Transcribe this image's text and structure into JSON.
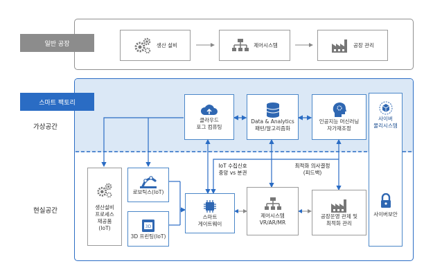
{
  "general_factory": {
    "tag": "일반 공장",
    "nodes": [
      {
        "label": "생산 설비",
        "icon": "gears-icon"
      },
      {
        "label": "제어시스템",
        "icon": "org-chart-icon"
      },
      {
        "label": "공장 관리",
        "icon": "factory-icon"
      }
    ]
  },
  "smart_factory": {
    "tag": "스마트 팩토리",
    "virtual_label": "가상공간",
    "real_label": "현실공간",
    "cloud": {
      "line1": "클라우드",
      "line2": "포그 컴퓨팅"
    },
    "analytics": {
      "line1": "Data & Analytics",
      "line2": "패턴/알고리즘화"
    },
    "ai": {
      "line1": "인공지능 머신러닝",
      "line2": "자가재조정"
    },
    "cyber_physical": {
      "line1": "사이버",
      "line2": "물리시스템"
    },
    "cyber_security": {
      "label": "사이버보안"
    },
    "equipment": {
      "line1": "생산설비",
      "line2": "프로세스",
      "line3": "재공품",
      "line4": "(IoT)"
    },
    "robotics": {
      "label": "로보틱스(IoT)"
    },
    "printing": {
      "label": "3D 프린팅(IoT)"
    },
    "gateway": {
      "line1": "스마트",
      "line2": "게이트웨이"
    },
    "control": {
      "line1": "제어시스템",
      "line2": "VR/AR/MR"
    },
    "management": {
      "line1": "공장운영 관제 및",
      "line2": "최적화 관리"
    },
    "annotation_iot": {
      "line1": "IoT 수집신호",
      "line2": "중앙 vs 분권"
    },
    "annotation_decision": {
      "line1": "최적화 의사결정",
      "line2": "(피드백)"
    }
  },
  "colors": {
    "accent": "#2a6cc4",
    "tag_gray": "#8c8c8c",
    "virtual_bg": "#dbe8f6",
    "border_gray": "#9a9a9a"
  }
}
